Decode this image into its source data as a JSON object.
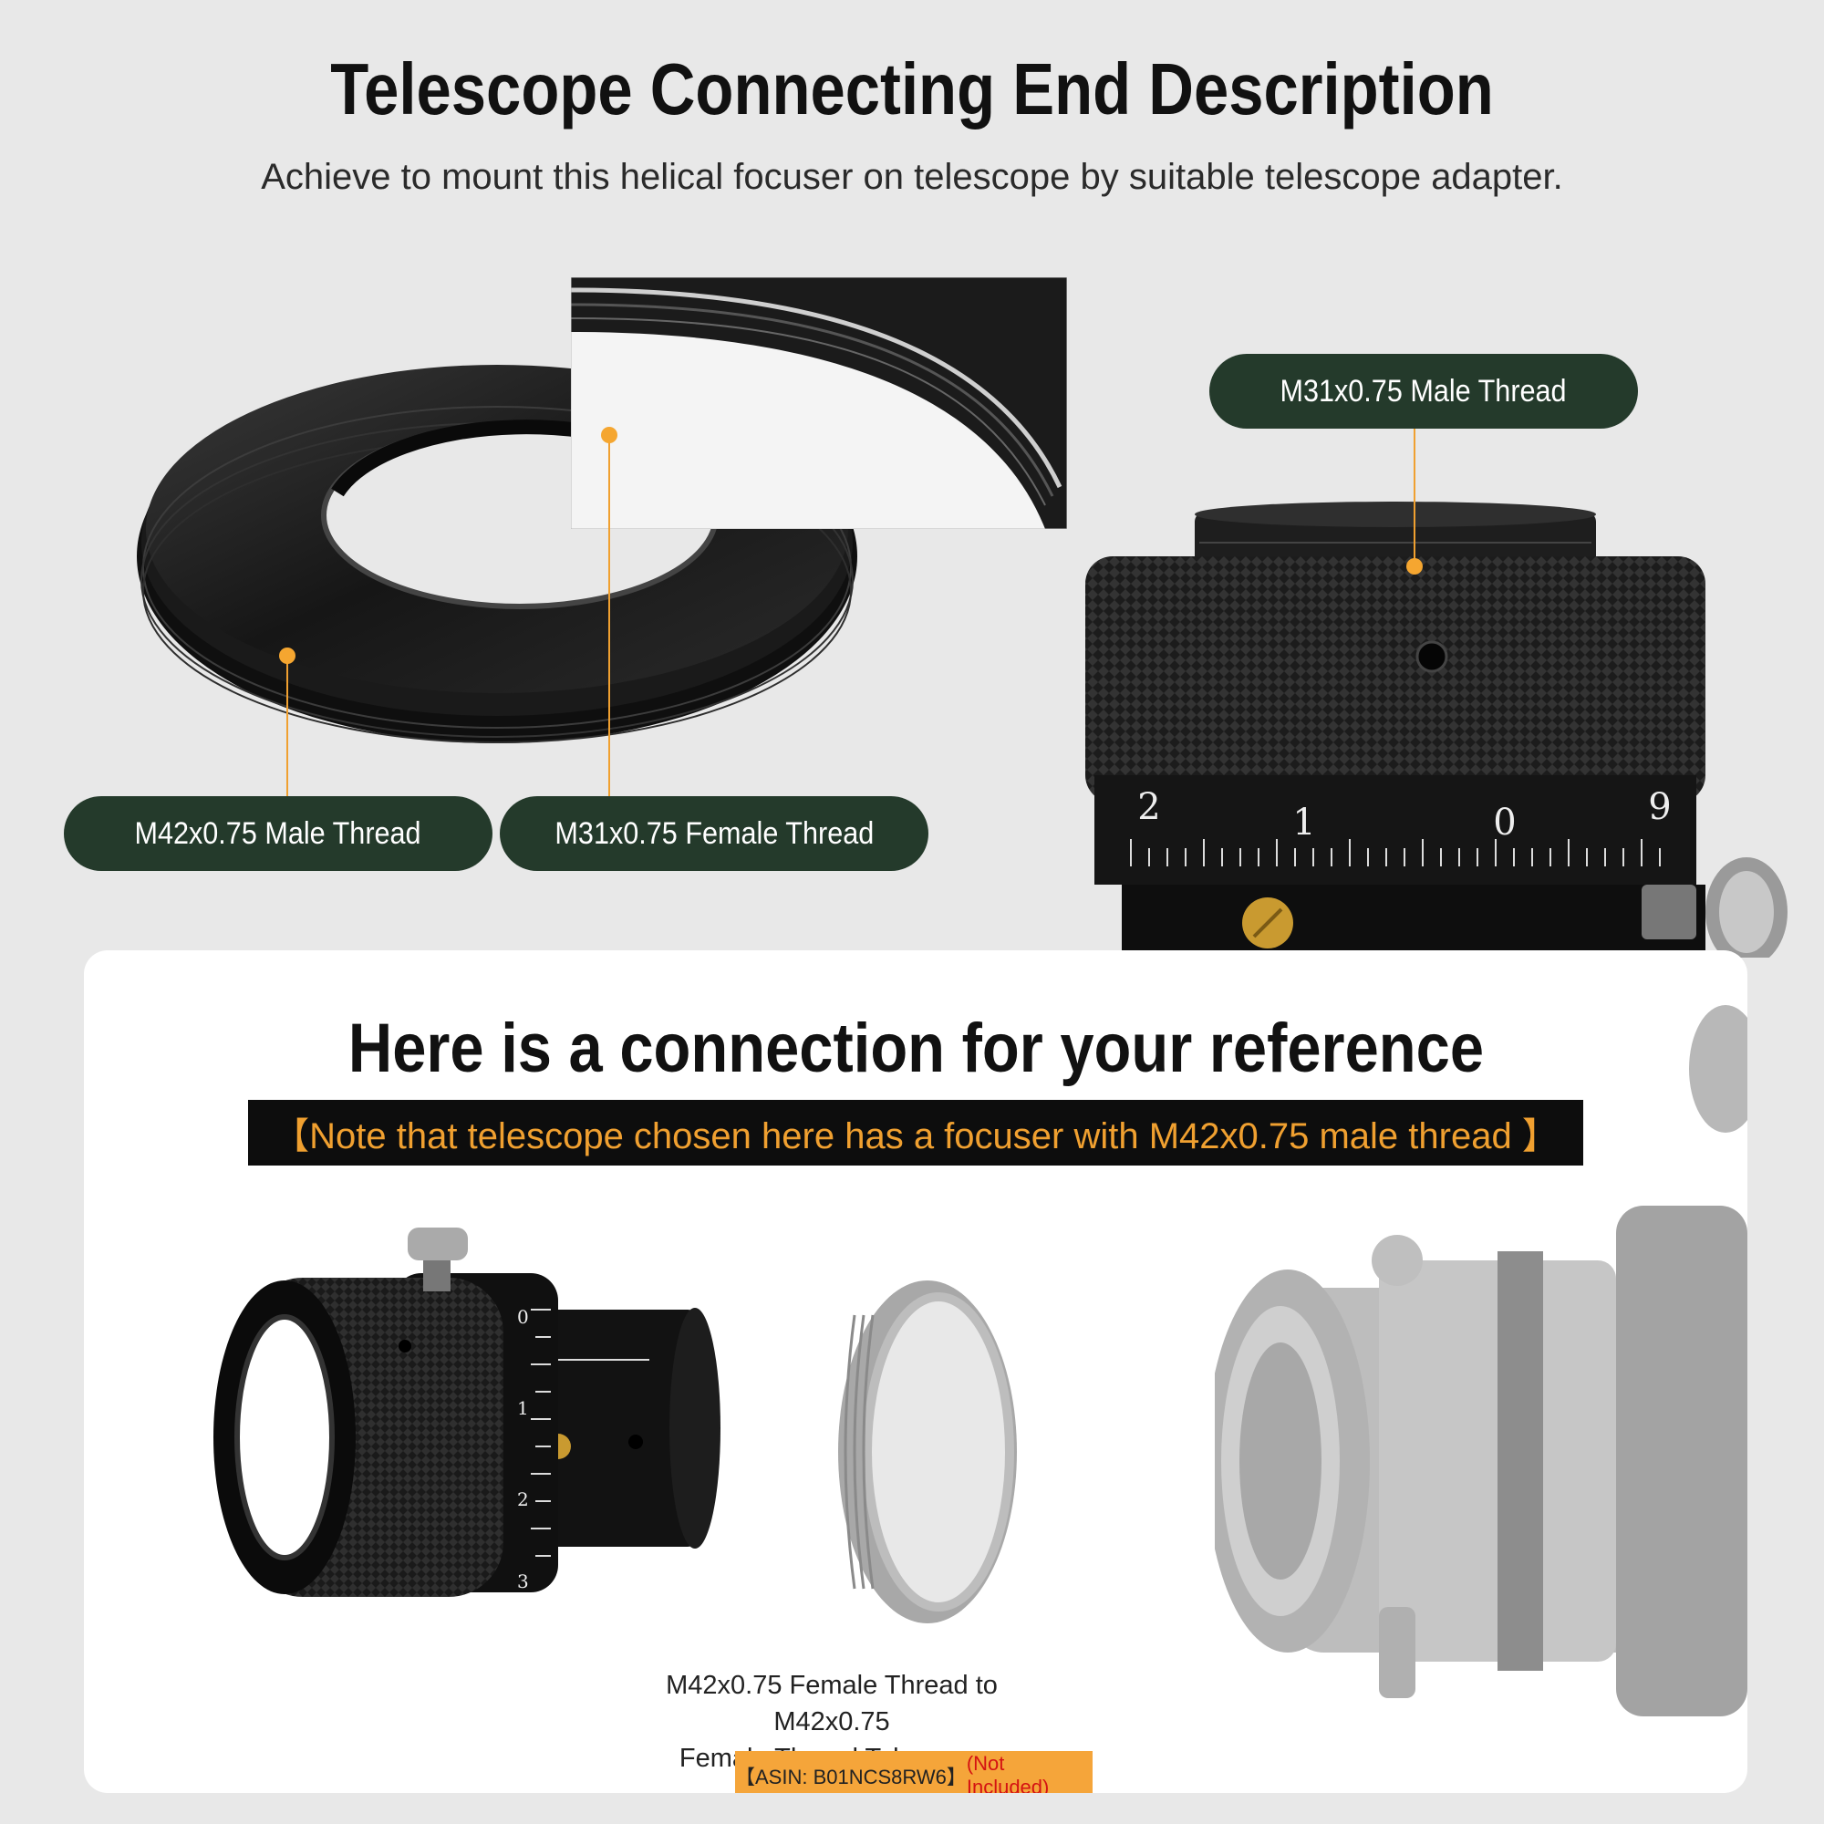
{
  "header": {
    "title": "Telescope Connecting End Description",
    "subtitle": "Achieve to mount this helical focuser on telescope by suitable telescope adapter."
  },
  "labels": {
    "m31_male": "M31x0.75 Male Thread",
    "m42_male": "M42x0.75 Male Thread",
    "m31_female": "M31x0.75 Female Thread"
  },
  "focuser_scale": {
    "digits": [
      "2",
      "1",
      "0",
      "9"
    ]
  },
  "reference": {
    "title": "Here is a connection for your reference",
    "note": "【Note that telescope chosen here has a focuser with M42x0.75 male thread 】",
    "adapter_caption_line1": "M42x0.75 Female Thread to M42x0.75",
    "adapter_caption_line2": "Female Thread Telescope Adapter",
    "asin": "【ASIN: B01NCS8RW6】",
    "not_included": "(Not Included)",
    "small_scale_digits": [
      "0",
      "1",
      "2",
      "3"
    ]
  },
  "colors": {
    "pill_bg": "#243a2b",
    "accent": "#f0a030",
    "card_bg": "#ffffff",
    "page_bg": "#e8e8e8"
  }
}
